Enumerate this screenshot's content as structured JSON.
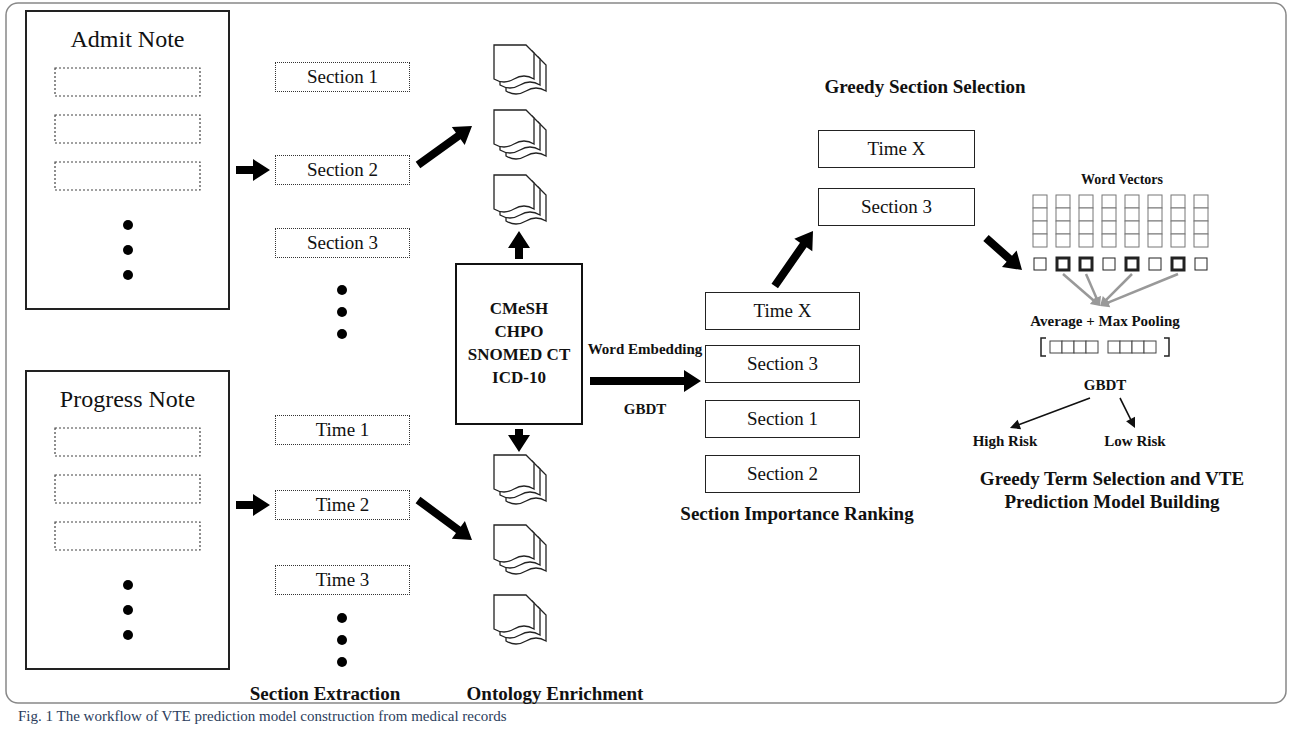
{
  "diagram": {
    "caption": "Fig. 1 The workflow of VTE prediction model construction from medical records",
    "nodes": [
      {
        "text": [
          "Admit Note"
        ]
      },
      {
        "text": [
          "Section 1"
        ]
      },
      {
        "text": [
          "Section 2"
        ]
      },
      {
        "text": [
          "Section 3"
        ]
      },
      {
        "text": [
          "Progress Note"
        ]
      },
      {
        "text": [
          "Time 1"
        ]
      },
      {
        "text": [
          "Time 2"
        ]
      },
      {
        "text": [
          "Time 3"
        ]
      },
      {
        "text": [
          "CMeSH CHPO SNOMED CT ICD-10"
        ]
      },
      {
        "text": [
          "Time X"
        ]
      },
      {
        "text": [
          "Section 3"
        ]
      },
      {
        "text": [
          "Section 1"
        ]
      },
      {
        "text": [
          "Section 2"
        ]
      },
      {
        "text": [
          "Time X"
        ]
      },
      {
        "text": [
          "Section 3"
        ]
      }
    ],
    "edges": [
      {
        "from": 0,
        "to": 2,
        "arrow": "to"
      },
      {
        "from": 4,
        "to": 6,
        "arrow": "to"
      },
      {
        "from": 8,
        "to": 10,
        "arrow": "to"
      },
      {
        "from": 9,
        "to": 14,
        "arrow": "to"
      }
    ],
    "labels": [
      "Section Extraction",
      "Ontology Enrichment",
      "Word Embedding",
      "GBDT",
      "Section Importance Ranking",
      "Greedy Section Selection",
      "Word Vectors",
      "Average + Max Pooling",
      "GBDT",
      "High Risk",
      "Low Risk",
      "Greedy Term Selection and VTE Prediction Model Building"
    ]
  }
}
